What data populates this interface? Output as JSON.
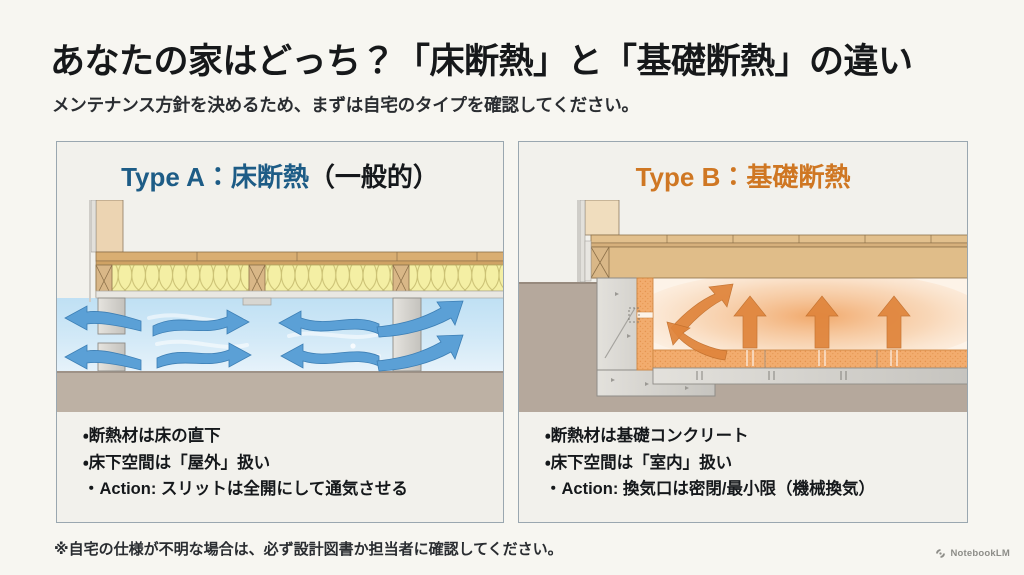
{
  "header": {
    "title": "あなたの家はどっち？「床断熱」と「基礎断熱」の違い",
    "subtitle": "メンテナンス方針を決めるため、まずは自宅のタイプを確認してください。"
  },
  "panels": [
    {
      "id": "type-a",
      "heading_main": "Type A：床断熱",
      "heading_sub": "（一般的）",
      "heading_color": "#1d5c86",
      "diagram": {
        "name": "floor-insulation-cross-section",
        "insulation_color": "#f2ec9a",
        "airflow_color": "#4a93cf",
        "crawlspace_color": "#cfe6f5",
        "ground_color": "#bdb1a4",
        "wood_color": "#d9ae72",
        "concrete_color": "#d8d6d1",
        "insulation_position": "floor-underside",
        "airflow_direction": "ventilated-crawlspace"
      },
      "bullets": [
        "・断熱材は床の直下",
        "・床下空間は「屋外」扱い",
        "・Action: スリットは全開にして通気させる"
      ]
    },
    {
      "id": "type-b",
      "heading_main": "Type B：基礎断熱",
      "heading_sub": "",
      "heading_color": "#cf7723",
      "diagram": {
        "name": "foundation-insulation-cross-section",
        "insulation_color": "#f0a868",
        "airflow_color": "#e0853c",
        "crawlspace_color": "#fbe3cc",
        "ground_color": "#b5a89c",
        "wood_color": "#e2c08d",
        "concrete_color": "#d5d3cd",
        "insulation_position": "foundation-wall-and-slab",
        "airflow_direction": "sealed-warm-air-rising"
      },
      "bullets": [
        "・断熱材は基礎コンクリート",
        "・床下空間は「室内」扱い",
        "・Action: 換気口は密閉/最小限（機械換気）"
      ]
    }
  ],
  "footer": {
    "note": "※自宅の仕様が不明な場合は、必ず設計図書か担当者に確認してください。",
    "brand": "NotebookLM"
  },
  "theme": {
    "background": "#f7f6f1",
    "panel_background": "#f2f1ec",
    "panel_border": "#9aa7b0",
    "text": "#15181b"
  }
}
